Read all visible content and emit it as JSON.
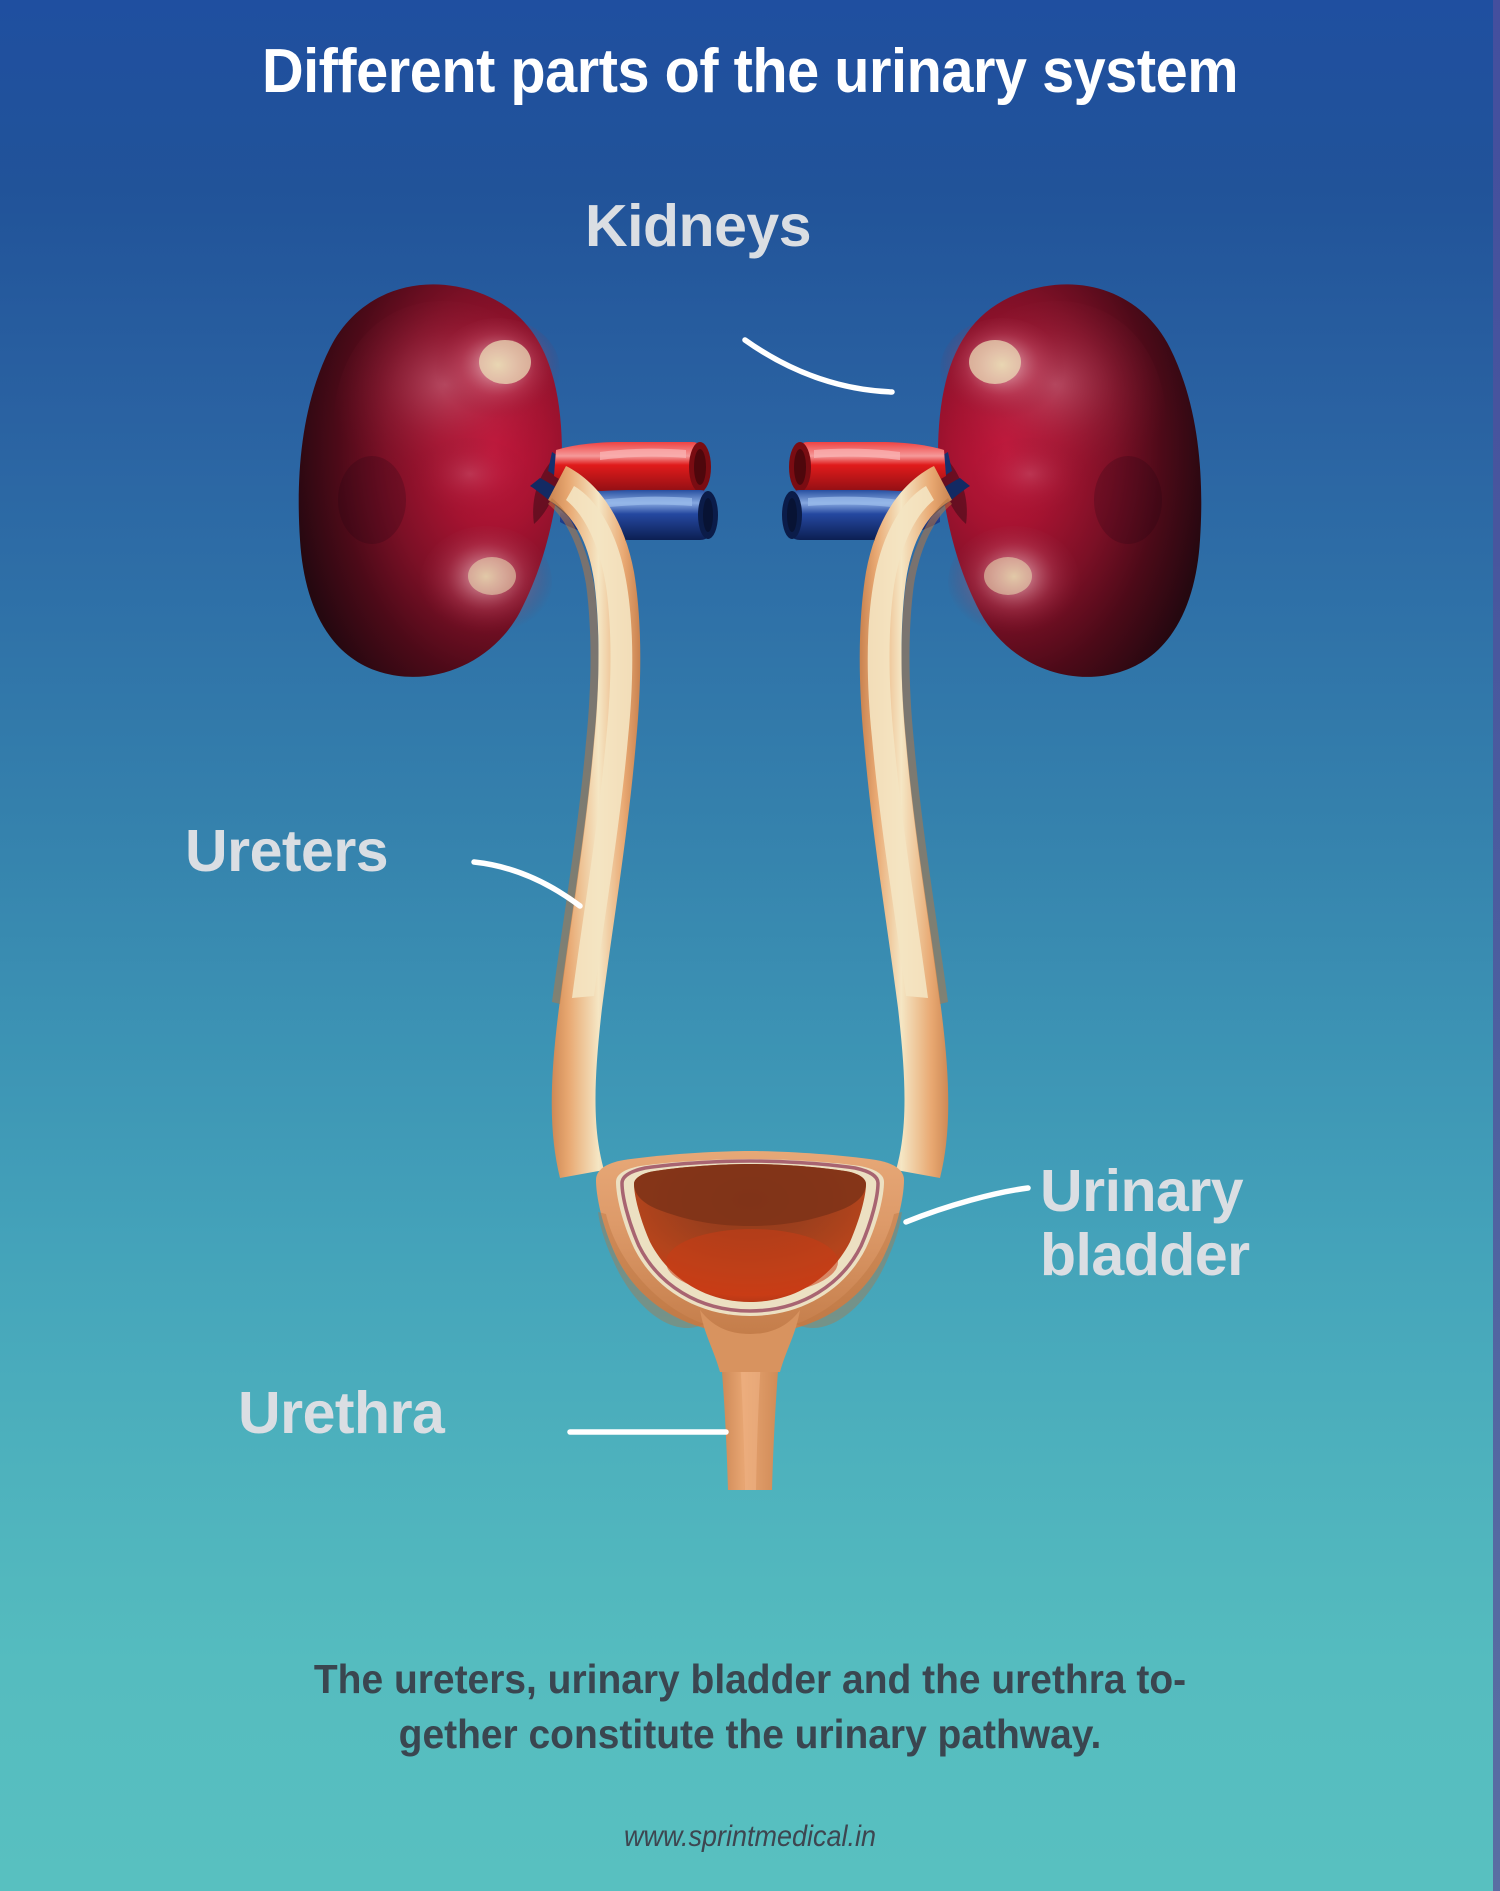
{
  "poster": {
    "title": "Different parts of the urinary system",
    "caption": "The ureters, urinary bladder and the urethra to-\ngether constitute the urinary pathway.",
    "website": "www.sprintmedical.in",
    "background": {
      "gradient_top": "#1f4fa0",
      "gradient_mid": "#3582ad",
      "gradient_bottom": "#58c0c0",
      "edge_strip": "#4f559c"
    },
    "text_colors": {
      "title": "#ffffff",
      "label": "#dadee3",
      "caption": "#3a4650",
      "website": "#3d4650",
      "leader_line": "#ffffff"
    }
  },
  "labels": {
    "kidneys": "Kidneys",
    "ureters": "Ureters",
    "urinary_bladder": "Urinary\nbladder",
    "urethra": "Urethra"
  },
  "anatomy": {
    "kidney": {
      "name": "kidney",
      "count": 2,
      "colors": {
        "dark_edge": "#2b0a12",
        "deep_maroon": "#6b1026",
        "mid_crimson": "#9e1330",
        "bright_red": "#c1163a",
        "pink_highlight": "#d4778a",
        "cream_highlight": "#e8d8b6"
      }
    },
    "renal_artery": {
      "name": "renal artery",
      "color": "#e01b1b",
      "shade": "#8d0f12",
      "highlight": "#f07878"
    },
    "renal_vein": {
      "name": "renal vein",
      "color": "#1b3f8f",
      "shade": "#0d2259",
      "highlight": "#7fa3dd"
    },
    "renal_pelvis": {
      "name": "renal pelvis",
      "color": "#e6a06a",
      "inner": "#f3e2bd"
    },
    "ureter": {
      "name": "ureter",
      "count": 2,
      "color": "#e2a16d",
      "shade": "#c8824f",
      "texture": "#d08a54"
    },
    "urinary_bladder": {
      "name": "urinary bladder",
      "colors": {
        "outer_wall": "#dd9a69",
        "wall_shade": "#c07c49",
        "lining_cream": "#ece0c2",
        "lining_line": "#9c4e63",
        "cavity_dark": "#8c3a1c",
        "cavity_mid": "#a9441f",
        "cavity_bright": "#c83a16"
      }
    },
    "urethra": {
      "name": "urethra",
      "color": "#e09b68",
      "shade": "#c8824f"
    }
  },
  "leader_lines": [
    {
      "name": "kidneys-leader",
      "from_label": "Kidneys",
      "to_part": "right kidney"
    },
    {
      "name": "ureters-leader",
      "from_label": "Ureters",
      "to_part": "left ureter"
    },
    {
      "name": "bladder-leader",
      "from_label": "Urinary bladder",
      "to_part": "urinary bladder"
    },
    {
      "name": "urethra-leader",
      "from_label": "Urethra",
      "to_part": "urethra"
    }
  ]
}
